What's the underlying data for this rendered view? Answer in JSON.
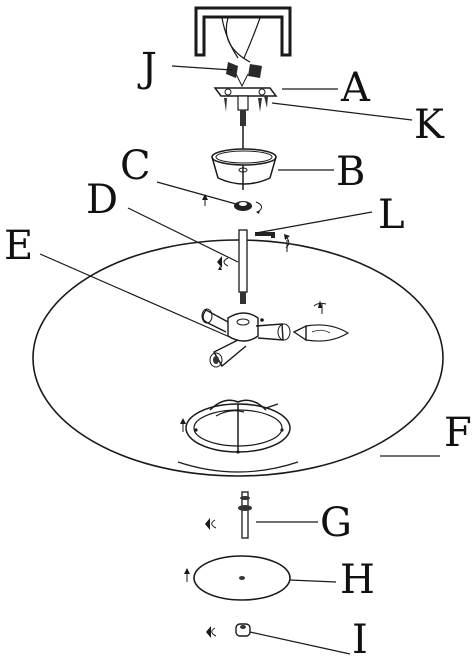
{
  "title": "",
  "colors": {
    "line": "#1a1a1a",
    "background": "#ffffff",
    "shade": "#555555"
  },
  "labels": {
    "A": "A",
    "B": "B",
    "C": "C",
    "D": "D",
    "E": "E",
    "F": "F",
    "G": "G",
    "H": "H",
    "I": "I",
    "J": "J",
    "K": "K",
    "L": "L"
  }
}
